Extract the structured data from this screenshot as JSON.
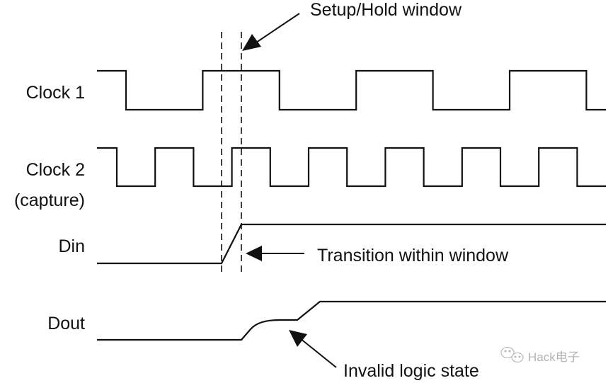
{
  "diagram": {
    "type": "timing-diagram",
    "signals": [
      {
        "id": "clock1",
        "label": "Clock 1",
        "kind": "clock",
        "initial": "high"
      },
      {
        "id": "clock2",
        "label": "Clock 2",
        "sublabel": "(capture)",
        "kind": "clock",
        "initial": "high",
        "frequency_ratio_to_clock1": 2
      },
      {
        "id": "din",
        "label": "Din",
        "kind": "data",
        "initial": "low",
        "transition": "rises within setup/hold window"
      },
      {
        "id": "dout",
        "label": "Dout",
        "kind": "data",
        "initial": "low",
        "transition": "metastable intermediate level then rises"
      }
    ],
    "annotations": {
      "setup_hold": "Setup/Hold window",
      "transition": "Transition within window",
      "invalid": "Invalid logic state"
    }
  },
  "watermark": {
    "icon": "wechat-icon",
    "text": "Hack电子"
  }
}
